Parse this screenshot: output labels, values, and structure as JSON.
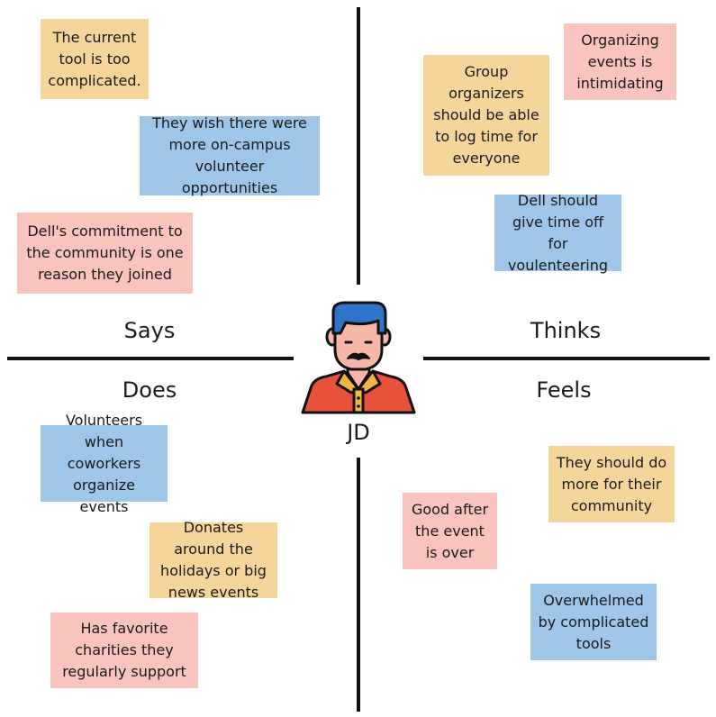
{
  "quadrants": {
    "says": "Says",
    "thinks": "Thinks",
    "does": "Does",
    "feels": "Feels"
  },
  "persona": {
    "name": "JD",
    "icon": "user-avatar-icon"
  },
  "colors": {
    "yellow": "#f5d59a",
    "blue": "#9fc5e8",
    "pink": "#f8c4bd",
    "line": "#111111"
  },
  "notes": {
    "says_1": "The current tool is too complicated.",
    "says_2": "They wish there were more on-campus volunteer opportunities",
    "says_3": "Dell's commitment to the community is one reason they joined",
    "thinks_1": "Organizing events is intimidating",
    "thinks_2": "Group organizers should be able to log time for everyone",
    "thinks_3": "Dell should give time off for voulenteering",
    "does_1": "Volunteers when coworkers organize events",
    "does_2": "Donates around the holidays or big news events",
    "does_3": "Has favorite charities they regularly support",
    "feels_1": "They should do more for their community",
    "feels_2": "Good after the event is over",
    "feels_3": "Overwhelmed by complicated tools"
  }
}
